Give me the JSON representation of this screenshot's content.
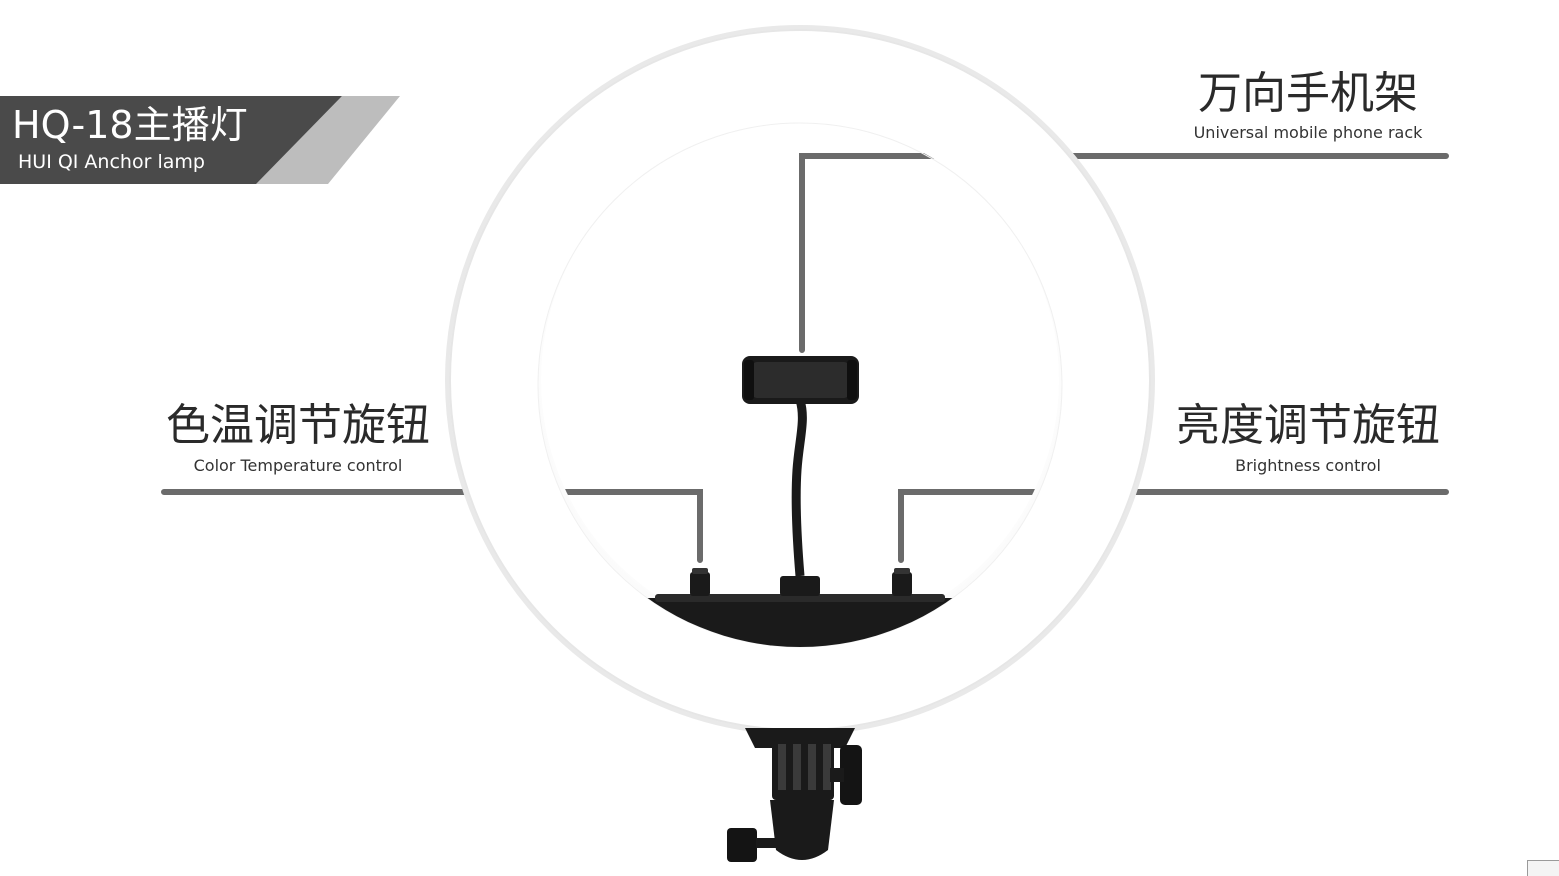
{
  "banner": {
    "title": "HQ-18主播灯",
    "subtitle": "HUI QI Anchor lamp"
  },
  "features": {
    "phone_rack": {
      "title_zh": "万向手机架",
      "title_en": "Universal mobile phone rack"
    },
    "color_temperature": {
      "title_zh": "色温调节旋钮",
      "title_en": "Color Temperature control"
    },
    "brightness": {
      "title_zh": "亮度调节旋钮",
      "title_en": "Brightness control"
    }
  },
  "colors": {
    "banner_dark": "#4a4a4a",
    "banner_light": "#bdbdbd",
    "callout_line": "#6b6b6b",
    "ring_fill": "#ffffff",
    "device_black": "#1a1a1a"
  },
  "icons": {
    "product": "ring-light-with-phone-holder"
  }
}
